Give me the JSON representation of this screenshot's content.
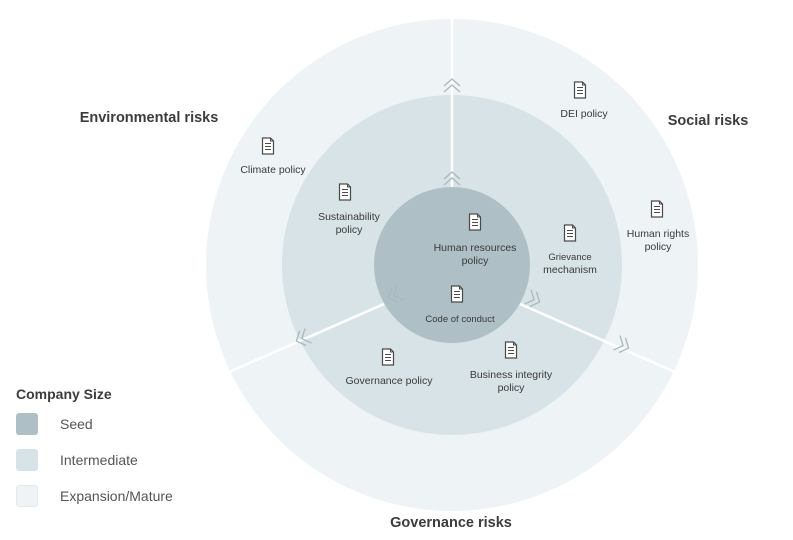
{
  "colors": {
    "outer": "#eef3f5",
    "middle": "#d7e3e6",
    "inner": "#aebfc6",
    "divider": "#ffffff",
    "chevron": "#a9b9bf",
    "icon": "#4a4a4a"
  },
  "sectors": {
    "environmental": "Environmental risks",
    "social": "Social risks",
    "governance": "Governance risks"
  },
  "policies": {
    "climate": "Climate policy",
    "sustainability_1": "Sustainability",
    "sustainability_2": "policy",
    "dei": "DEI policy",
    "human_rights_1": "Human rights",
    "human_rights_2": "policy",
    "hr_1": "Human resources",
    "hr_2": "policy",
    "grievance_1": "Grievance",
    "grievance_2": "mechanism",
    "code": "Code of conduct",
    "governance": "Governance policy",
    "business_1": "Business integrity",
    "business_2": "policy"
  },
  "legend": {
    "title": "Company Size",
    "items": [
      {
        "label": "Seed",
        "color": "#aebfc6"
      },
      {
        "label": "Intermediate",
        "color": "#d7e3e6"
      },
      {
        "label": "Expansion/Mature",
        "color": "#eef3f5"
      }
    ]
  }
}
